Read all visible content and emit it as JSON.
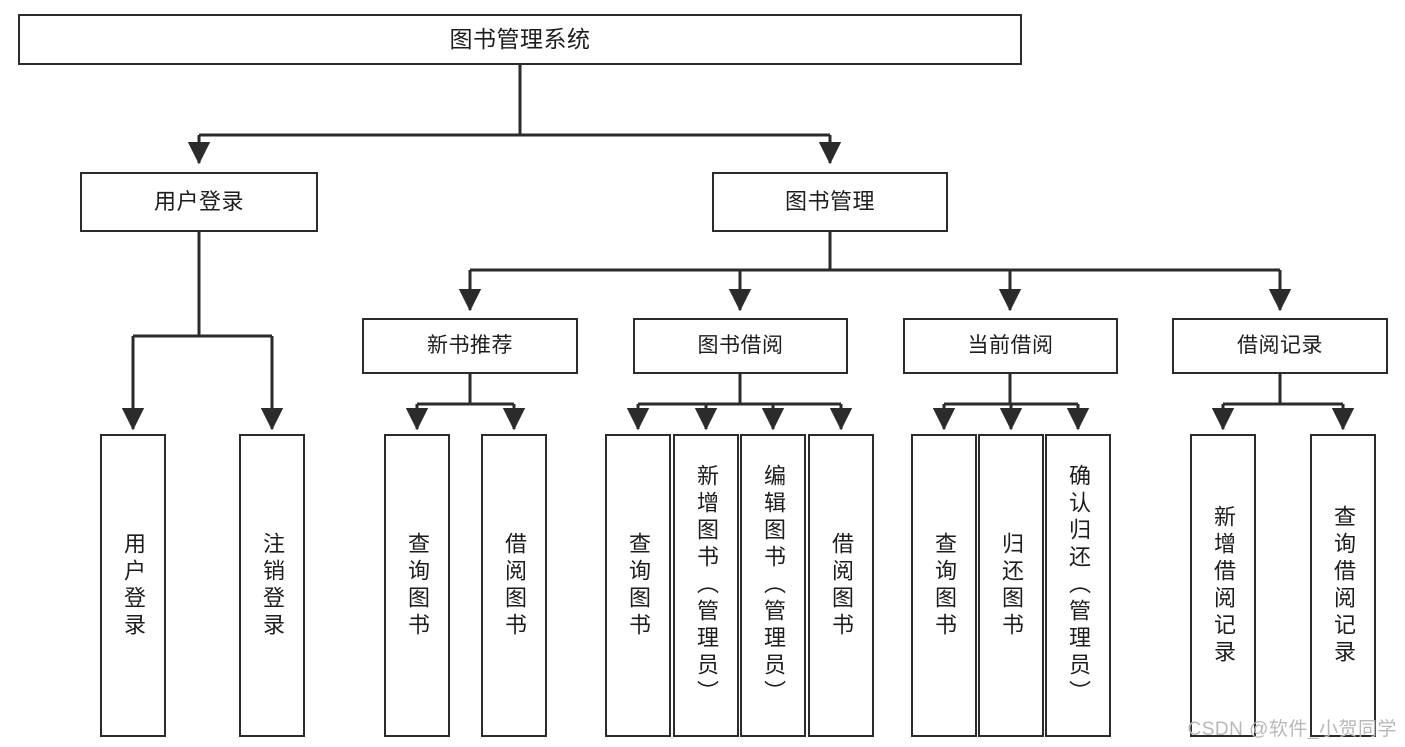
{
  "diagram": {
    "title": "图书管理系统",
    "root": {
      "label": "图书管理系统"
    },
    "level2": [
      {
        "label": "用户登录"
      },
      {
        "label": "图书管理"
      }
    ],
    "level3": [
      {
        "label": "新书推荐"
      },
      {
        "label": "图书借阅"
      },
      {
        "label": "当前借阅"
      },
      {
        "label": "借阅记录"
      }
    ],
    "leaves": {
      "user_login": [
        {
          "label": "用户登录"
        },
        {
          "label": "注销登录"
        }
      ],
      "new_book": [
        {
          "label": "查询图书"
        },
        {
          "label": "借阅图书"
        }
      ],
      "book_borrow": [
        {
          "label": "查询图书"
        },
        {
          "label": "新增图书（管理员）"
        },
        {
          "label": "编辑图书（管理员）"
        },
        {
          "label": "借阅图书"
        }
      ],
      "current_borrow": [
        {
          "label": "查询图书"
        },
        {
          "label": "归还图书"
        },
        {
          "label": "确认归还（管理员）"
        }
      ],
      "borrow_record": [
        {
          "label": "新增借阅记录"
        },
        {
          "label": "查询借阅记录"
        }
      ]
    }
  },
  "watermark": {
    "text": "CSDN @软件_小贺同学"
  },
  "colors": {
    "stroke": "#2b2b2b",
    "background": "#ffffff",
    "text": "#1d1d1d",
    "watermark": "#b8b8b8"
  }
}
